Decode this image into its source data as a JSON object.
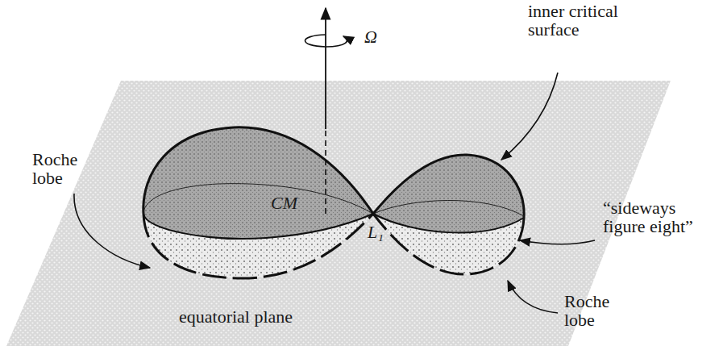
{
  "diagram": {
    "labels": [
      "inner critical surface",
      "Ω",
      "Roche lobe",
      "CM",
      "L₁",
      "“sideways figure eight”",
      "Roche lobe",
      "equatorial plane"
    ]
  }
}
